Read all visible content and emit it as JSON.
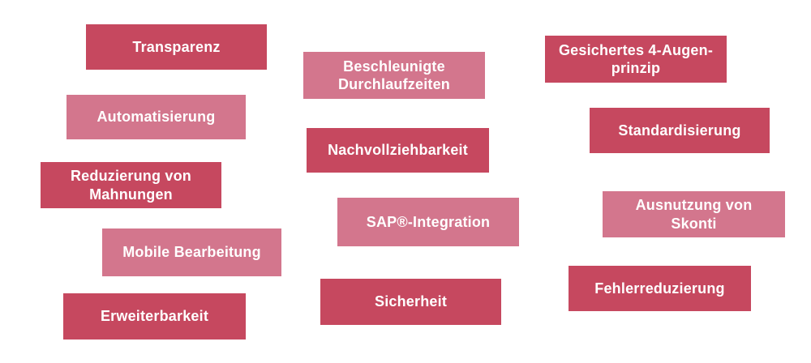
{
  "title": "Benefits infographic",
  "colors": {
    "dark": "#c6485f",
    "light": "#d3768d",
    "text": "#ffffff",
    "background": "#ffffff"
  },
  "boxes": [
    {
      "id": "transparenz",
      "label": "Transparenz",
      "tone": "dark"
    },
    {
      "id": "automatisierung",
      "label": "Automatisierung",
      "tone": "light"
    },
    {
      "id": "reduzierung-von-mahnungen",
      "label": "Reduzierung von\nMahnungen",
      "tone": "dark"
    },
    {
      "id": "mobile-bearbeitung",
      "label": "Mobile Bearbeitung",
      "tone": "light"
    },
    {
      "id": "erweiterbarkeit",
      "label": "Erweiterbarkeit",
      "tone": "dark"
    },
    {
      "id": "beschleunigte-durchlaufzeiten",
      "label": "Beschleunigte\nDurchlaufzeiten",
      "tone": "light"
    },
    {
      "id": "nachvollziehbarkeit",
      "label": "Nachvollziehbarkeit",
      "tone": "dark"
    },
    {
      "id": "sap-integration",
      "label": "SAP®-Integration",
      "tone": "light"
    },
    {
      "id": "sicherheit",
      "label": "Sicherheit",
      "tone": "dark"
    },
    {
      "id": "gesichertes-4-augen-prinzip",
      "label": "Gesichertes 4-Augen-\nprinzip",
      "tone": "dark"
    },
    {
      "id": "standardisierung",
      "label": "Standardisierung",
      "tone": "dark"
    },
    {
      "id": "ausnutzung-von-skonti",
      "label": "Ausnutzung von\nSkonti",
      "tone": "light"
    },
    {
      "id": "fehlerreduzierung",
      "label": "Fehlerreduzierung",
      "tone": "dark"
    }
  ]
}
